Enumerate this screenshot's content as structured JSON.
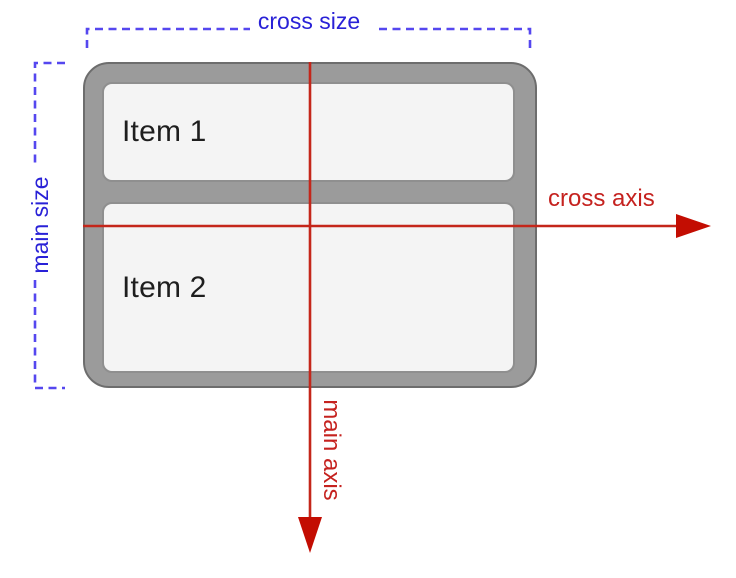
{
  "diagram": {
    "labels": {
      "cross_size": "cross size",
      "main_size": "main size",
      "cross_axis": "cross axis",
      "main_axis": "main axis"
    },
    "container": {
      "items": [
        {
          "label": "Item 1"
        },
        {
          "label": "Item 2"
        }
      ]
    },
    "colors": {
      "size_label_blue": "#2921d7",
      "size_bracket_blue": "#5547ef",
      "axis_line_red": "#c4261a",
      "axis_arrow_red": "#c30d02",
      "axis_label_red": "#c5221f",
      "container_fill": "#9b9b9b",
      "container_outline": "#6d6d6d",
      "item_fill": "#f4f4f4",
      "item_border": "#8f8f8f",
      "item_text": "#1e1e1e"
    }
  }
}
